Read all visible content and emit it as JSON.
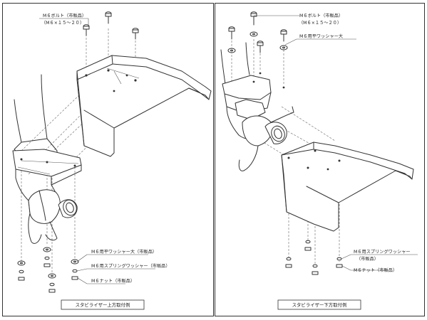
{
  "left": {
    "bolt_label": "M６ボルト（市販品）",
    "bolt_spec": "（M６×１５～２０）",
    "washer_large_label": "M６用平ワッシャー大（市販品）",
    "spring_washer_label": "M６用スプリングワッシャー（市販品）",
    "nut_label": "M６ナット（市販品）",
    "caption": "スタビライザー上方取付例"
  },
  "right": {
    "bolt_label": "M６ボルト（市販品）",
    "bolt_spec": "（M６×１５～２０）",
    "washer_large_label": "M６用平ワッシャー大",
    "spring_washer_label": "M６用スプリングワッシャー",
    "spring_washer_note": "（市販品）",
    "nut_label": "M６ナット（市販品）",
    "caption": "スタビライザー下方取付例"
  },
  "colors": {
    "line": "#333333",
    "paper": "#ffffff"
  }
}
